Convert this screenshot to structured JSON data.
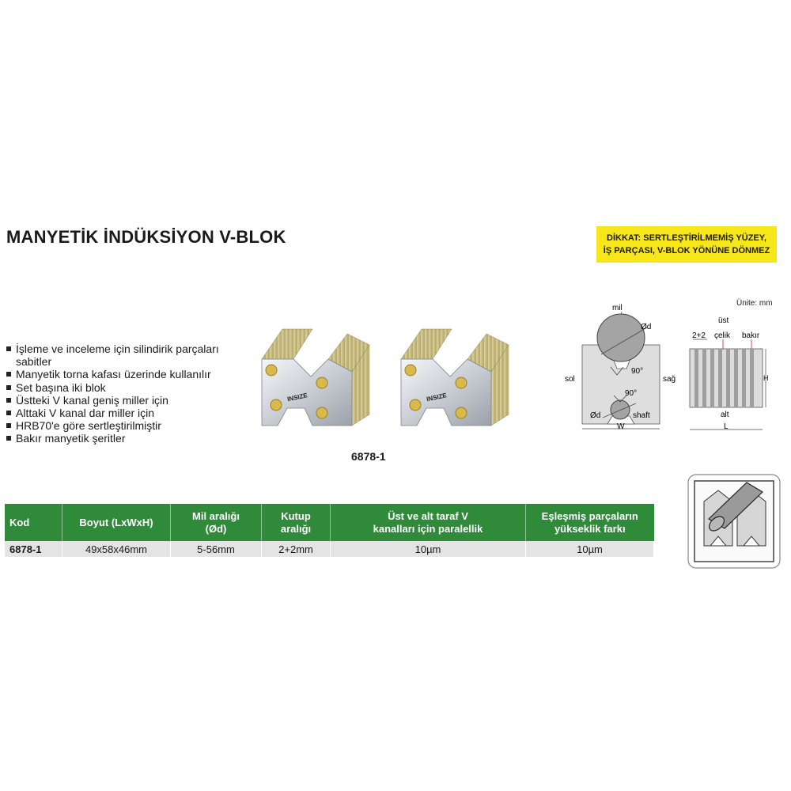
{
  "header": {
    "title": "MANYETİK İNDÜKSİYON V-BLOK",
    "warning_line1": "DİKKAT: SERTLEŞTİRİLMEMİŞ YÜZEY,",
    "warning_line2": "İŞ PARÇASI, V-BLOK YÖNÜNE DÖNMEZ"
  },
  "features": [
    "İşleme ve inceleme için silindirik parçaları sabitler",
    "Manyetik torna kafası üzerinde kullanılır",
    "Set başına iki blok",
    "Üstteki V kanal geniş miller için",
    "Alttaki V kanal dar miller için",
    "HRB70'e göre sertleştirilmiştir",
    "Bakır manyetik şeritler"
  ],
  "product": {
    "brand": "INSIZE",
    "model": "6878-1"
  },
  "diagram": {
    "unit": "Ünite: mm",
    "front": {
      "mil": "mil",
      "od_top": "Ød",
      "angle_top": "90°",
      "sol": "sol",
      "sag": "sağ",
      "angle_bottom": "90°",
      "od_bottom": "Ød",
      "shaft": "shaft",
      "w": "W"
    },
    "side": {
      "spacing": "2+2",
      "ust": "üst",
      "celik": "çelik",
      "bakir": "bakır",
      "h": "H",
      "alt": "alt",
      "l": "L"
    }
  },
  "table": {
    "headers": [
      [
        "Kod"
      ],
      [
        "Boyut (LxWxH)"
      ],
      [
        "Mil aralığı",
        "(Ød)"
      ],
      [
        "Kutup",
        "aralığı"
      ],
      [
        "Üst ve alt taraf V",
        "kanalları için paralellik"
      ],
      [
        "Eşleşmiş parçaların",
        "yükseklik farkı"
      ]
    ],
    "rows": [
      [
        "6878-1",
        "49x58x46mm",
        "5-56mm",
        "2+2mm",
        "10µm",
        "10µm"
      ]
    ]
  },
  "colors": {
    "table_header": "#2f8a3a",
    "warning_bg": "#f6e61a",
    "row_bg": "#e4e4e4"
  }
}
